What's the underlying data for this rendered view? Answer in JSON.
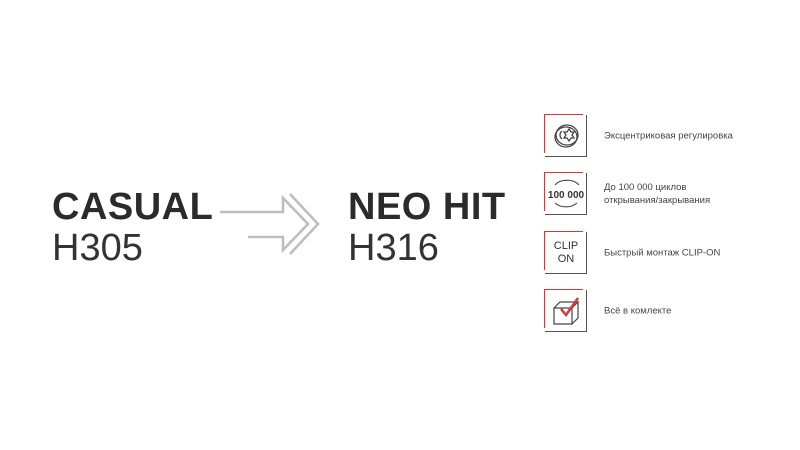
{
  "from": {
    "name": "CASUAL",
    "code": "H305"
  },
  "to": {
    "name": "NEO HIT",
    "code": "H316"
  },
  "features": [
    {
      "icon": "eccentric-screw-icon",
      "text": "Эксцентриковая регулировка"
    },
    {
      "icon": "cycles-icon",
      "icon_text": "100 000",
      "text_line1": "До 100 000 циклов",
      "text_line2": "открывания/закрывания"
    },
    {
      "icon": "clip-on-icon",
      "icon_line1": "CLIP",
      "icon_line2": "ON",
      "text": "Быстрый монтаж CLIP-ON"
    },
    {
      "icon": "box-check-icon",
      "text": "Всё в комлекте"
    }
  ],
  "colors": {
    "accent": "#d23a3a",
    "text": "#2b2b2b",
    "arrow": "#bdbdbd"
  }
}
